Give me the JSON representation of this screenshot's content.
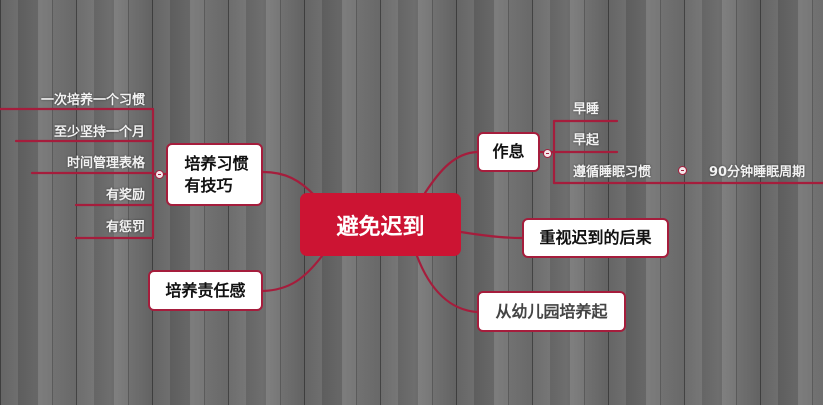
{
  "mindmap": {
    "central": {
      "label": "避免迟到"
    },
    "colors": {
      "accent": "#cc1433",
      "line": "#a51d3c",
      "node_fill": "#ffffff",
      "leaf_text": "#f2f2f2"
    },
    "branches": {
      "habit": {
        "label_line1": "培养习惯",
        "label_line2": "有技巧",
        "children": [
          "一次培养一个习惯",
          "至少坚持一个月",
          "时间管理表格",
          "有奖励",
          "有惩罚"
        ]
      },
      "responsibility": {
        "label": "培养责任感"
      },
      "routine": {
        "label": "作息",
        "children": [
          "早睡",
          "早起",
          "遵循睡眠习惯"
        ],
        "grandchild": "90分钟睡眠周期"
      },
      "consequence": {
        "label": "重视迟到的后果"
      },
      "kindergarten": {
        "label": "从幼儿园培养起"
      }
    },
    "icons": {
      "collapse": "collapse-minus-icon"
    }
  }
}
